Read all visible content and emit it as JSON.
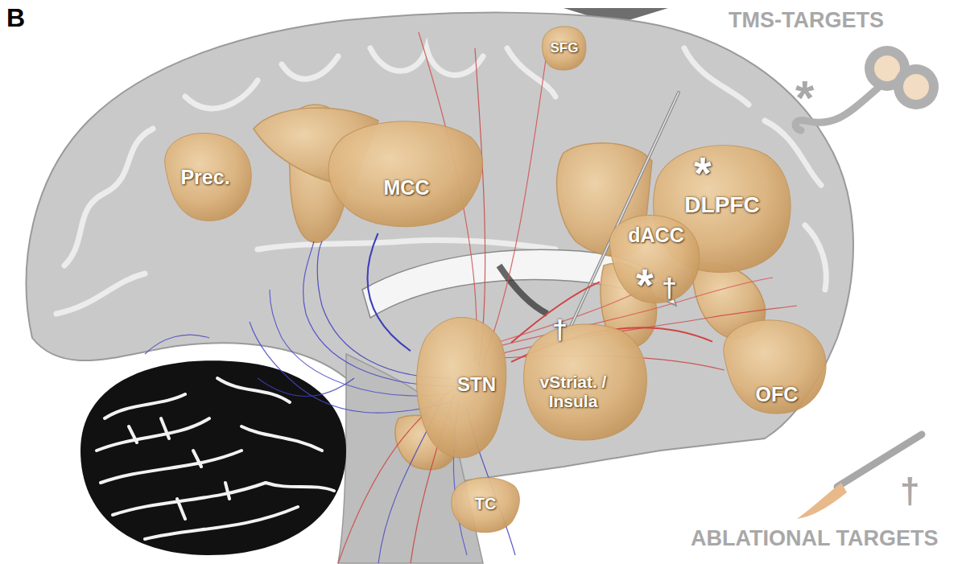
{
  "diagram": {
    "nodes": [
      {
        "text": [
          "SFG"
        ]
      },
      {
        "text": [
          "Prec."
        ]
      },
      {
        "text": [
          "MCC"
        ]
      },
      {
        "text": [
          "DLPFC"
        ]
      },
      {
        "text": [
          "dACC"
        ]
      },
      {
        "text": [
          "STN"
        ]
      },
      {
        "text": [
          "vStriat. / Insula"
        ]
      },
      {
        "text": [
          "OFC"
        ]
      },
      {
        "text": [
          "TC"
        ]
      }
    ],
    "edges": [
      {
        "from": 5,
        "to": 2,
        "arrow": "none"
      },
      {
        "from": 5,
        "to": 4,
        "arrow": "none"
      },
      {
        "from": 5,
        "to": 7,
        "arrow": "none"
      }
    ],
    "labels": [
      "B",
      "TMS-TARGETS",
      "*",
      "ABLATIONAL TARGETS",
      "†",
      "*",
      "*",
      "†",
      "†"
    ]
  }
}
